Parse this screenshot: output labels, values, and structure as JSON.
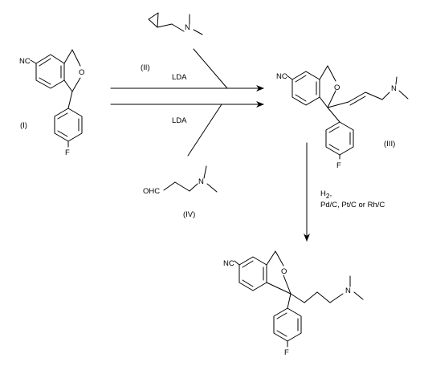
{
  "atoms": {
    "nitrile": "NC",
    "oxygen": "O",
    "fluorine": "F",
    "nitrogen": "N",
    "aldehyde": "OHC"
  },
  "labels": {
    "compound_1": "(I)",
    "compound_2": "(II)",
    "compound_3": "(III)",
    "compound_4": "(IV)"
  },
  "reagents": {
    "top_base": "LDA",
    "bottom_base": "LDA",
    "hydrogenation_line1": "H",
    "hydrogenation_sub": "2",
    "hydrogenation_sep": ",",
    "hydrogenation_line2": "Pd/C, Pt/C or Rh/C"
  }
}
